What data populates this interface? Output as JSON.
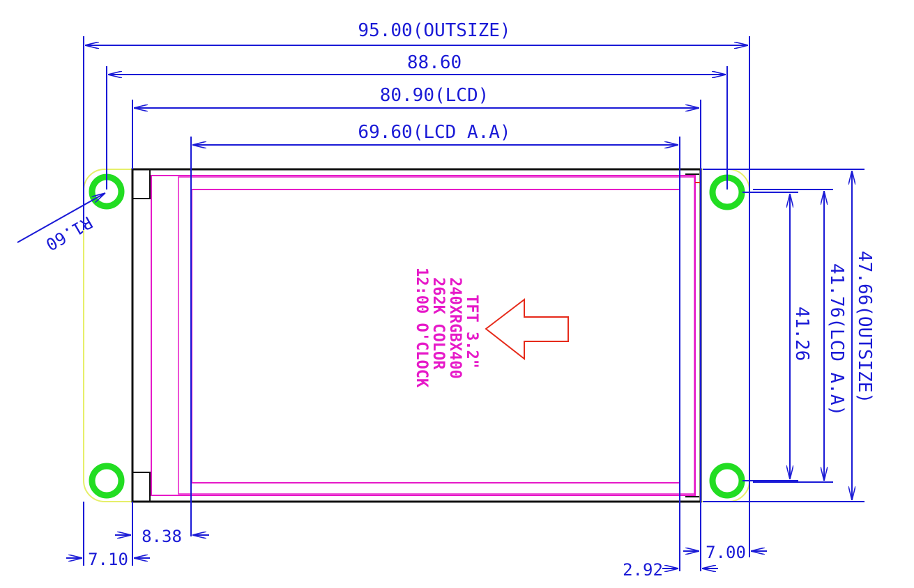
{
  "drawing": {
    "dimensions": {
      "outsize_width": "95.00(OUTSIZE)",
      "hole_pitch_width": "88.60",
      "lcd_width": "80.90(LCD)",
      "lcd_aa_width": "69.60(LCD A.A)",
      "outsize_height": "47.66(OUTSIZE)",
      "lcd_aa_height": "41.76(LCD A.A)",
      "hole_pitch_height": "41.26",
      "corner_radius": "R1.60",
      "left_offset_lcd": "7.10",
      "left_offset_aa": "8.38",
      "right_offset_lcd": "7.00",
      "right_offset_aa": "2.92"
    },
    "panel_note": {
      "line1": "TFT 3.2\"",
      "line2": "240XRGBX400",
      "line3": "262K COLOR",
      "line4": "12:00 O'CLOCK"
    },
    "colors": {
      "dimension": "#1a1ad6",
      "board_outline": "#e6ef6a",
      "mounting_hole": "#22dd22",
      "lcd_outline": "#111111",
      "active_area": "#e619c8",
      "arrow": "#e62a1a"
    }
  }
}
